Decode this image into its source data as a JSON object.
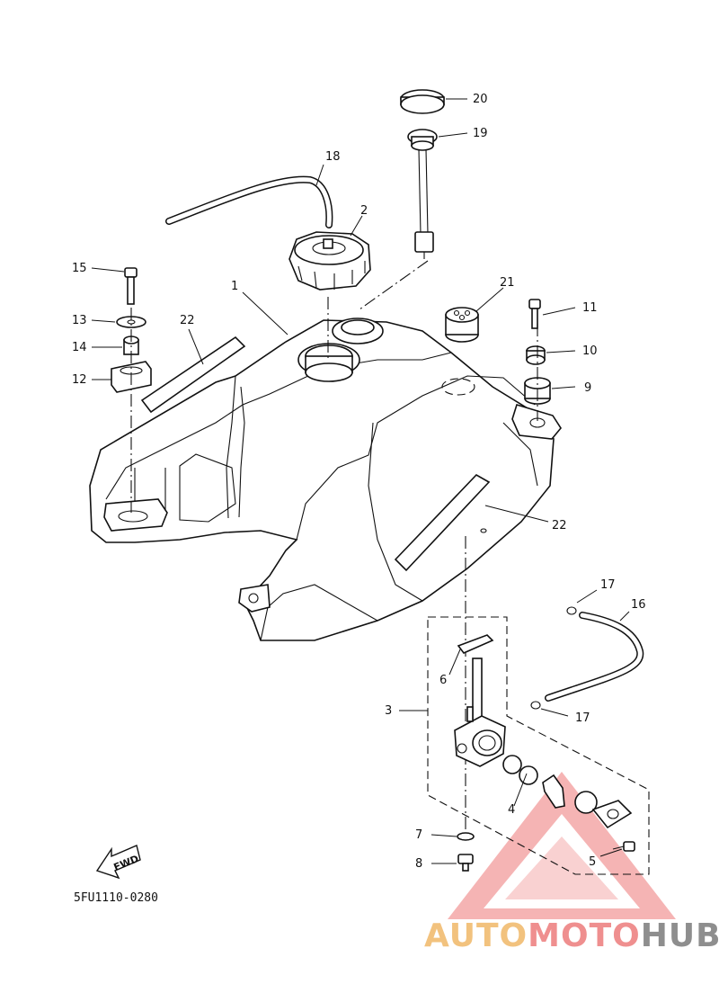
{
  "diagram": {
    "ref_code": "5FU1110-0280",
    "fwd_label": "FWD",
    "callouts": {
      "c1": "1",
      "c2": "2",
      "c3": "3",
      "c4": "4",
      "c5": "5",
      "c6": "6",
      "c7": "7",
      "c8": "8",
      "c9": "9",
      "c10": "10",
      "c11": "11",
      "c12": "12",
      "c13": "13",
      "c14": "14",
      "c15": "15",
      "c16": "16",
      "c17a": "17",
      "c17b": "17",
      "c18": "18",
      "c19": "19",
      "c20": "20",
      "c21": "21",
      "c22a": "22",
      "c22b": "22"
    }
  },
  "watermark": {
    "auto": "AUTO",
    "moto": "MOTO",
    "hub": "HUB",
    "colors": {
      "auto": "#f2c27e",
      "moto": "#ef8f8f",
      "hub": "#8e8e8e"
    }
  }
}
